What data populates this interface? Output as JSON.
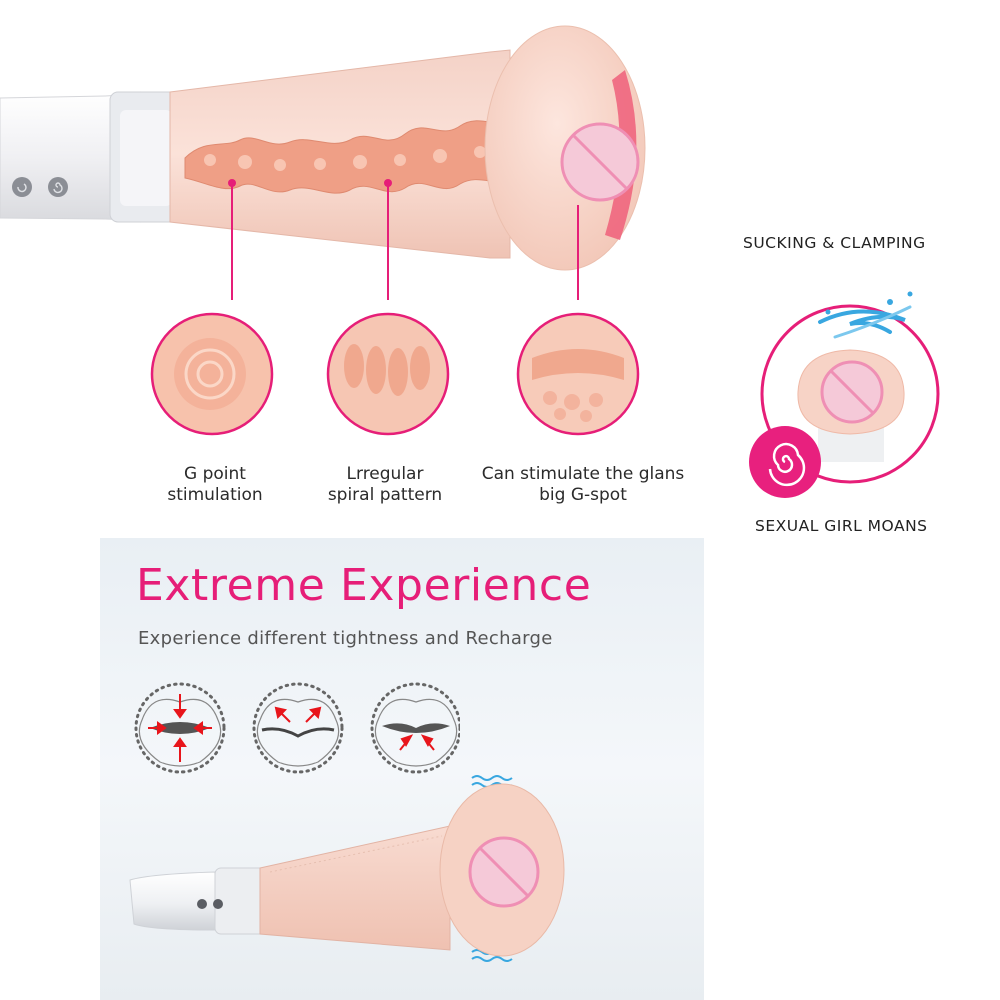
{
  "callouts": [
    {
      "label": "G point\nstimulation"
    },
    {
      "label": "Lrregular\nspiral pattern"
    },
    {
      "label": "Can stimulate the glans\nbig G-spot"
    }
  ],
  "features": {
    "top_label": "SUCKING & CLAMPING",
    "bottom_label": "SEXUAL GIRL MOANS",
    "icons": [
      "water-splash-icon",
      "spiral-sound-icon"
    ]
  },
  "experience": {
    "title": "Extreme Experience",
    "subtitle": "Experience different tightness and Recharge",
    "modes": [
      "squeeze-mode-icon",
      "expand-mode-icon",
      "relax-mode-icon"
    ]
  },
  "colors": {
    "accent": "#e61e78",
    "skin": "#f7d3c6",
    "device": "#f4f4f6",
    "arrow": "#e8151b",
    "water": "#39a7e0"
  }
}
